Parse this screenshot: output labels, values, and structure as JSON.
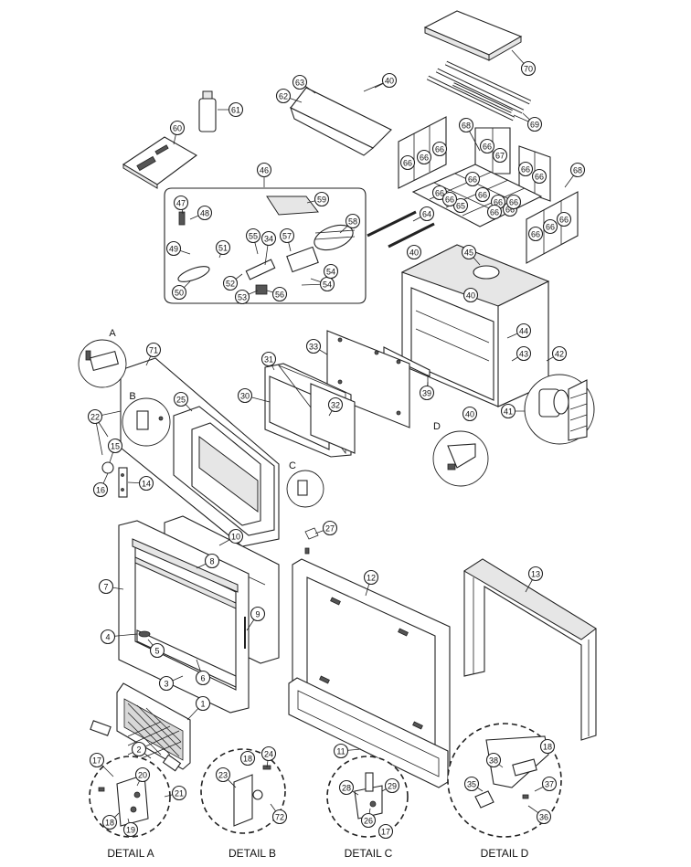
{
  "callouts": [
    {
      "label": "1"
    },
    {
      "label": "2"
    },
    {
      "label": "3"
    },
    {
      "label": "4"
    },
    {
      "label": "5"
    },
    {
      "label": "6"
    },
    {
      "label": "7"
    },
    {
      "label": "8"
    },
    {
      "label": "9"
    },
    {
      "label": "10"
    },
    {
      "label": "11"
    },
    {
      "label": "12"
    },
    {
      "label": "13"
    },
    {
      "label": "14"
    },
    {
      "label": "15"
    },
    {
      "label": "16"
    },
    {
      "label": "17"
    },
    {
      "label": "18"
    },
    {
      "label": "19"
    },
    {
      "label": "20"
    },
    {
      "label": "21"
    },
    {
      "label": "22"
    },
    {
      "label": "23"
    },
    {
      "label": "24"
    },
    {
      "label": "25"
    },
    {
      "label": "26"
    },
    {
      "label": "27"
    },
    {
      "label": "28"
    },
    {
      "label": "29"
    },
    {
      "label": "30"
    },
    {
      "label": "31"
    },
    {
      "label": "32"
    },
    {
      "label": "33"
    },
    {
      "label": "34"
    },
    {
      "label": "35"
    },
    {
      "label": "36"
    },
    {
      "label": "37"
    },
    {
      "label": "38"
    },
    {
      "label": "39"
    },
    {
      "label": "40"
    },
    {
      "label": "41"
    },
    {
      "label": "42"
    },
    {
      "label": "43"
    },
    {
      "label": "44"
    },
    {
      "label": "45"
    },
    {
      "label": "46"
    },
    {
      "label": "47"
    },
    {
      "label": "48"
    },
    {
      "label": "49"
    },
    {
      "label": "50"
    },
    {
      "label": "51"
    },
    {
      "label": "52"
    },
    {
      "label": "53"
    },
    {
      "label": "54"
    },
    {
      "label": "55"
    },
    {
      "label": "56"
    },
    {
      "label": "57"
    },
    {
      "label": "58"
    },
    {
      "label": "59"
    },
    {
      "label": "60"
    },
    {
      "label": "61"
    },
    {
      "label": "62"
    },
    {
      "label": "63"
    },
    {
      "label": "64"
    },
    {
      "label": "65"
    },
    {
      "label": "66"
    },
    {
      "label": "67"
    },
    {
      "label": "68"
    },
    {
      "label": "69"
    },
    {
      "label": "70"
    },
    {
      "label": "71"
    },
    {
      "label": "72"
    }
  ],
  "detail_letters": [
    "A",
    "B",
    "C",
    "D"
  ],
  "detail_labels": [
    "DETAIL A",
    "DETAIL B",
    "DETAIL C",
    "DETAIL D"
  ]
}
